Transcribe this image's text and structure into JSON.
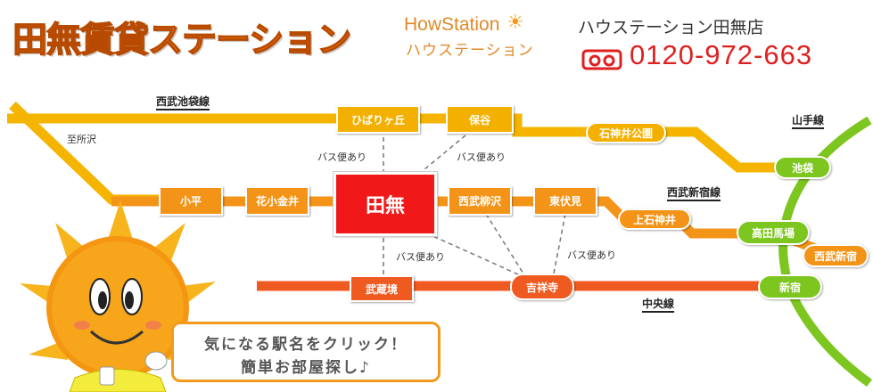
{
  "header": {
    "logo_main": "田無賃貸ステーション",
    "logo_sub_en": "HowStation",
    "logo_sub_jp": "ハウステーション",
    "shop_name": "ハウステーション田無店",
    "phone": "0120-972-663",
    "freedial_icon": "freedial-icon"
  },
  "lines": {
    "seibu_ikebukuro": "西武池袋線",
    "yamanote": "山手線",
    "seibu_shinjuku": "西武新宿線",
    "chuo": "中央線"
  },
  "notes": {
    "to_tokorozawa": "至所沢",
    "bus1": "バス便あり",
    "bus2": "バス便あり",
    "bus3": "バス便あり",
    "bus4": "バス便あり"
  },
  "stations": {
    "hibarigaoka": "ひばりヶ丘",
    "hoya": "保谷",
    "shakujii_koen": "石神井公園",
    "ikebukuro": "池袋",
    "kodaira": "小平",
    "hanakoganei": "花小金井",
    "tanashi": "田無",
    "seibu_yagisawa": "西武柳沢",
    "higashi_fushimi": "東伏見",
    "kami_shakujii": "上石神井",
    "takadanobaba": "高田馬場",
    "seibu_shinjuku": "西武新宿",
    "musashisakai": "武蔵境",
    "kichijoji": "吉祥寺",
    "shinjuku": "新宿"
  },
  "bubble": {
    "line1": "気になる駅名をクリック！",
    "line2": "簡単お部屋探し♪"
  },
  "colors": {
    "ikebukuro_line": "#f5b400",
    "shinjuku_line": "#f39418",
    "chuo_line": "#ef5a20",
    "yamanote_line": "#7dc51f",
    "main_station": "#f01818",
    "accent": "#f29a1e"
  }
}
